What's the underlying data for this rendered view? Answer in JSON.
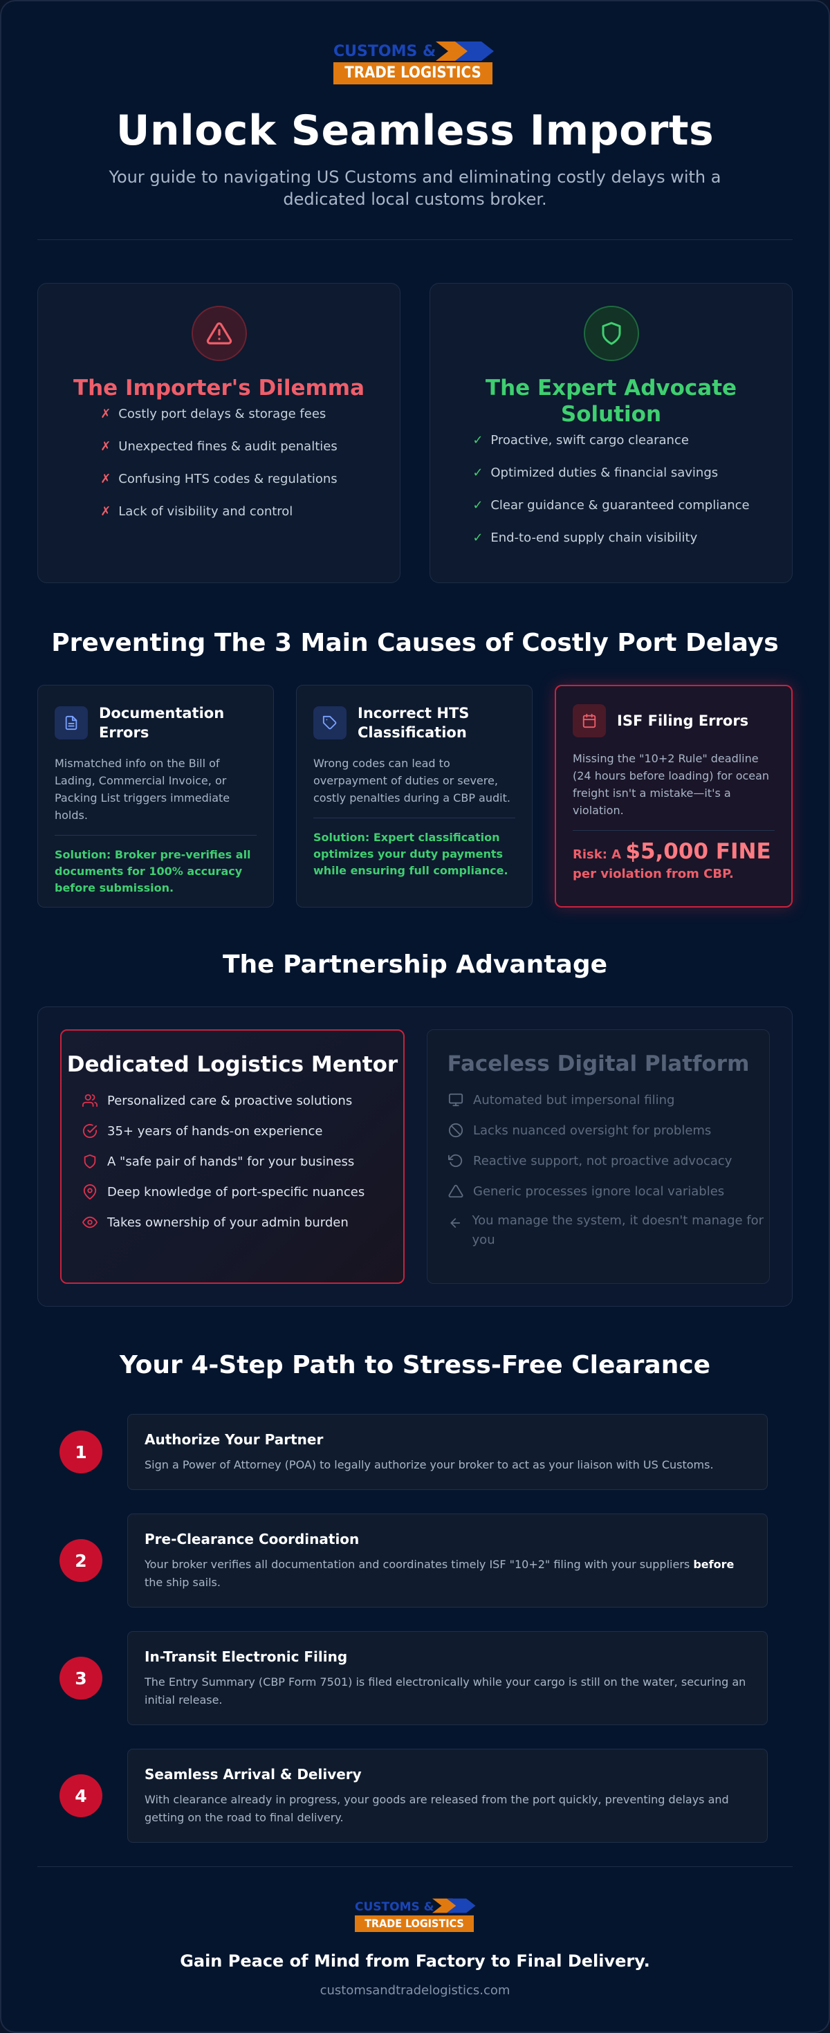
{
  "logo": {
    "line1": "CUSTOMS &",
    "line2": "TRADE LOGISTICS"
  },
  "header": {
    "title": "Unlock Seamless Imports",
    "subtitle": "Your guide to navigating US Customs and eliminating costly delays with a dedicated local customs broker."
  },
  "dilemma": {
    "title": "The Importer's Dilemma",
    "icon": "warning-icon",
    "items": [
      "Costly port delays & storage fees",
      "Unexpected fines & audit penalties",
      "Confusing HTS codes & regulations",
      "Lack of visibility and control"
    ]
  },
  "solution": {
    "title": "The Expert Advocate Solution",
    "icon": "shield-icon",
    "items": [
      "Proactive, swift cargo clearance",
      "Optimized duties & financial savings",
      "Clear guidance & guaranteed compliance",
      "End-to-end supply chain visibility"
    ]
  },
  "causes": {
    "title": "Preventing The 3 Main Causes of Costly Port Delays",
    "documentation": {
      "name": "Documentation Errors",
      "desc": "Mismatched info on the Bill of Lading, Commercial Invoice, or Packing List triggers immediate holds.",
      "solution": "Solution: Broker pre-verifies all documents for 100% accuracy before submission."
    },
    "hts": {
      "name": "Incorrect HTS Classification",
      "desc": "Wrong codes can lead to overpayment of duties or severe, costly penalties during a CBP audit.",
      "solution": "Solution: Expert classification optimizes your duty payments while ensuring full compliance."
    },
    "isf": {
      "name": "ISF Filing Errors",
      "desc": "Missing the \"10+2 Rule\" deadline (24 hours before loading) for ocean freight isn't a mistake—it's a violation.",
      "risk_prefix": "Risk: A ",
      "risk_amount": "$5,000 FINE",
      "risk_suffix": "per violation from CBP."
    }
  },
  "partnership": {
    "title": "The Partnership Advantage",
    "mentor": {
      "title": "Dedicated Logistics Mentor",
      "items": [
        {
          "icon": "users-icon",
          "text": "Personalized care & proactive solutions"
        },
        {
          "icon": "badge-check-icon",
          "text": "35+ years of hands-on experience"
        },
        {
          "icon": "shield-icon",
          "text": "A \"safe pair of hands\" for your business"
        },
        {
          "icon": "map-pin-icon",
          "text": "Deep knowledge of port-specific nuances"
        },
        {
          "icon": "eye-icon",
          "text": "Takes ownership of your admin burden"
        }
      ]
    },
    "platform": {
      "title": "Faceless Digital Platform",
      "items": [
        {
          "icon": "monitor-icon",
          "text": "Automated but impersonal filing"
        },
        {
          "icon": "ban-icon",
          "text": "Lacks nuanced oversight for problems"
        },
        {
          "icon": "refresh-icon",
          "text": "Reactive support, not proactive advocacy"
        },
        {
          "icon": "alert-triangle-icon",
          "text": "Generic processes ignore local variables"
        },
        {
          "icon": "arrow-left-icon",
          "text": "You manage the system, it doesn't manage for you"
        }
      ]
    }
  },
  "steps": {
    "title": "Your 4-Step Path to Stress-Free Clearance",
    "items": [
      {
        "num": "1",
        "title": "Authorize Your Partner",
        "desc": "Sign a Power of Attorney (POA) to legally authorize your broker to act as your liaison with US Customs."
      },
      {
        "num": "2",
        "title": "Pre-Clearance Coordination",
        "desc_a": "Your broker verifies all documentation and coordinates timely ISF \"10+2\" filing with your suppliers ",
        "desc_bold": "before",
        "desc_b": " the ship sails."
      },
      {
        "num": "3",
        "title": "In-Transit Electronic Filing",
        "desc": "The Entry Summary (CBP Form 7501) is filed electronically while your cargo is still on the water, securing an initial release."
      },
      {
        "num": "4",
        "title": "Seamless Arrival & Delivery",
        "desc": "With clearance already in progress, your goods are released from the port quickly, preventing delays and getting on the road to final delivery."
      }
    ]
  },
  "footer": {
    "tagline": "Gain Peace of Mind from Factory to Final Delivery.",
    "url": "customsandtradelogistics.com"
  }
}
